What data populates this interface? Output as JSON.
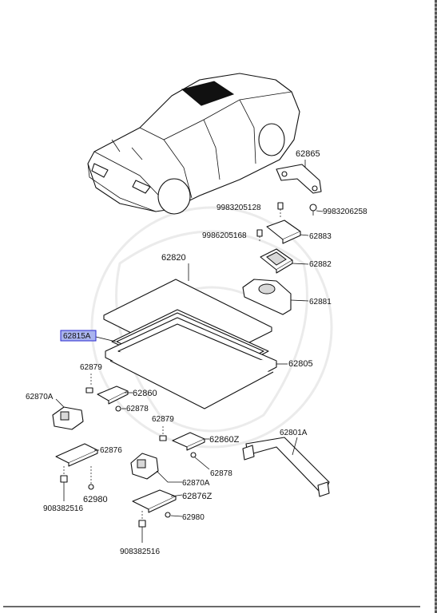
{
  "labels": {
    "p62865": "62865",
    "p9983205128": "9983205128",
    "p9983206258": "9983206258",
    "p9986205168": "9986205168",
    "p62883": "62883",
    "p62882": "62882",
    "p62881": "62881",
    "p62820": "62820",
    "p62815A": "62815A",
    "p62805": "62805",
    "p62879a": "62879",
    "p62860": "62860",
    "p62870A_a": "62870A",
    "p62878a": "62878",
    "p62879b": "62879",
    "p62860Z": "62860Z",
    "p62876": "62876",
    "p62801A": "62801A",
    "p62878b": "62878",
    "p62980a": "62980",
    "p908382516a": "908382516",
    "p62870A_b": "62870A",
    "p62876Z": "62876Z",
    "p62980b": "62980",
    "p908382516b": "908382516"
  },
  "highlight": {
    "part": "62815A",
    "fill": "#aab4ee",
    "border": "#2a2ad0"
  },
  "colors": {
    "ink": "#111111",
    "paper": "#ffffff",
    "roof_opening": "#111111"
  }
}
